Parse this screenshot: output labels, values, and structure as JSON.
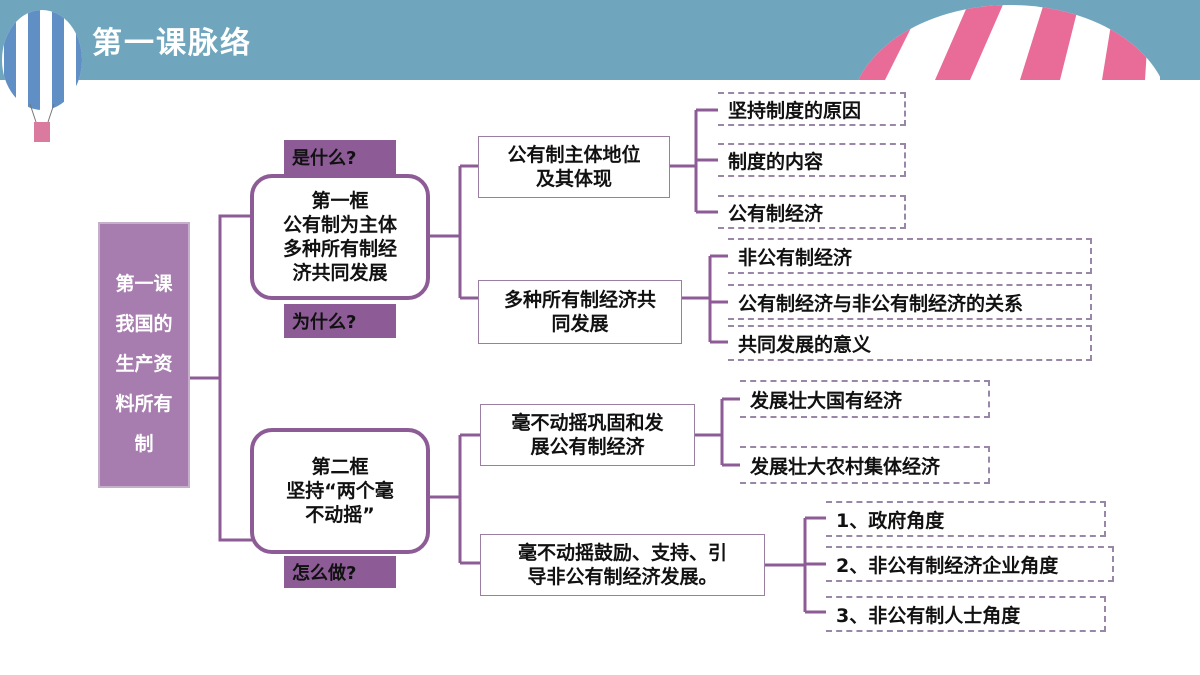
{
  "header": {
    "title": "第一课脉络"
  },
  "root": {
    "label": "第一课\n我国的\n生产资\n料所有\n制"
  },
  "frame1": {
    "label": "第一框\n公有制为主体\n多种所有制经\n济共同发展",
    "tag_top": "是什么?",
    "tag_bottom": "为什么?",
    "branch_a": {
      "label": "公有制主体地位\n及其体现",
      "leaves": [
        "坚持制度的原因",
        "制度的内容",
        "公有制经济"
      ]
    },
    "branch_b": {
      "label": "多种所有制经济共\n同发展",
      "leaves": [
        "非公有制经济",
        "公有制经济与非公有制经济的关系",
        "共同发展的意义"
      ]
    }
  },
  "frame2": {
    "label": "第二框\n坚持“两个毫\n不动摇”",
    "tag_bottom": "怎么做?",
    "branch_a": {
      "label": "毫不动摇巩固和发\n展公有制经济",
      "leaves": [
        "发展壮大国有经济",
        "发展壮大农村集体经济"
      ]
    },
    "branch_b": {
      "label": "毫不动摇鼓励、支持、引\n导非公有制经济发展。",
      "leaves": [
        "1、政府角度",
        "2、非公有制经济企业角度",
        "3、非公有制人士角度"
      ]
    }
  },
  "colors": {
    "header": "#6fa6bd",
    "accent": "#8d5c97",
    "scroll": "#a77daf"
  }
}
